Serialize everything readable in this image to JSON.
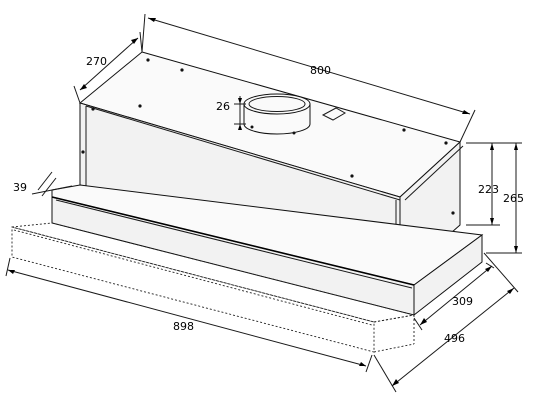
{
  "dimensions": {
    "top_width": "800",
    "depth": "270",
    "collar_height": "26",
    "panel_thickness": "39",
    "body_height": "223",
    "total_height": "265",
    "extended_width": "898",
    "front_depth": "309",
    "total_depth": "496"
  }
}
